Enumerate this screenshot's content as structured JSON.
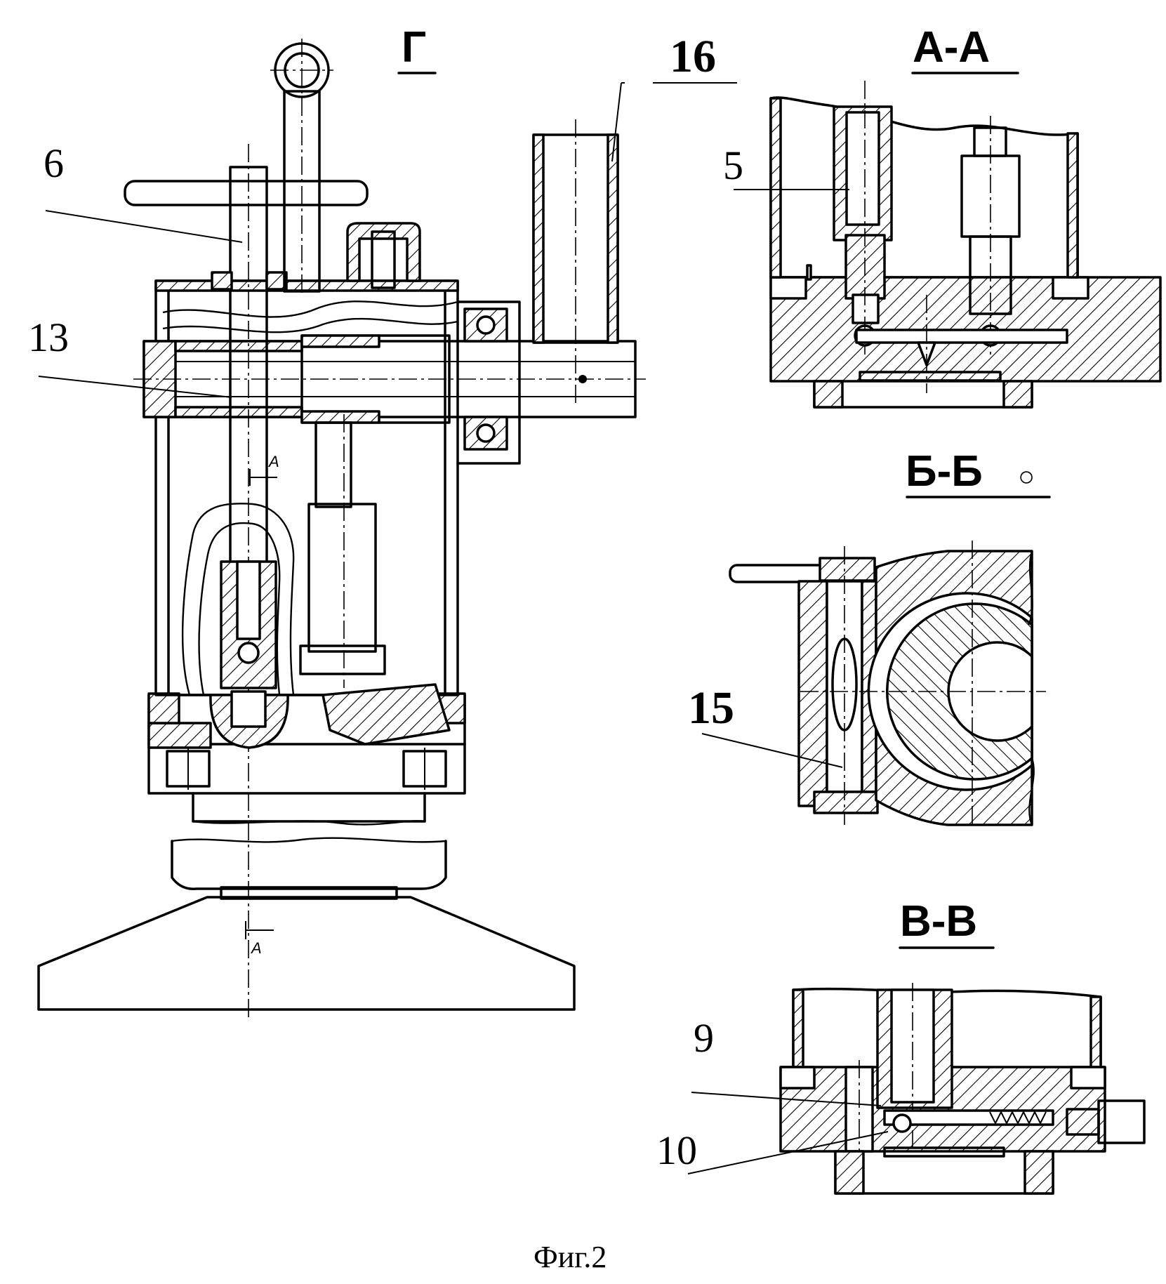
{
  "figure": {
    "caption": "Фиг.2"
  },
  "views": {
    "main": {
      "title": "Г"
    },
    "section_aa": {
      "title": "А-А"
    },
    "section_bb": {
      "title": "Б-Б",
      "rotation_mark": "○"
    },
    "section_vv": {
      "title": "В-В"
    }
  },
  "callouts": {
    "c6": "6",
    "c13": "13",
    "c16": "16",
    "c5": "5",
    "c15": "15",
    "c9": "9",
    "c10": "10"
  },
  "section_marks": {
    "a_upper": "A",
    "a_lower": "A"
  }
}
